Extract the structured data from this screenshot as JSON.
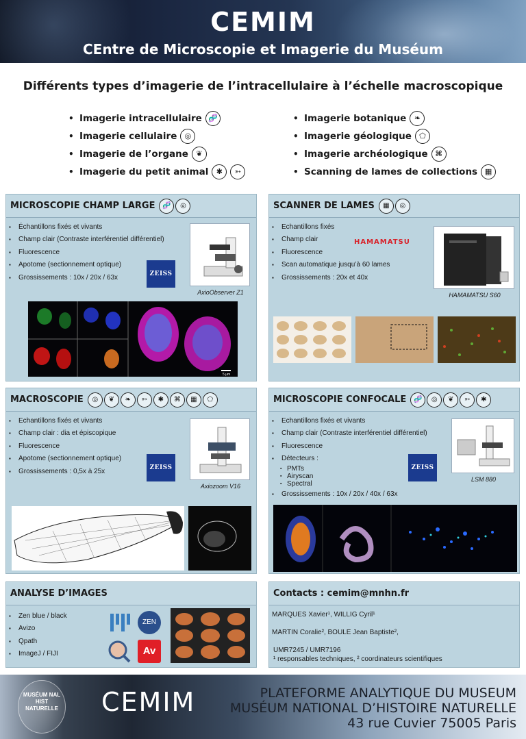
{
  "header": {
    "title": "CEMIM",
    "subtitle": "CEntre de Microscopie et Imagerie du Muséum"
  },
  "main_title": "Différents types d’imagerie de l’intracellulaire à l’échelle macroscopique",
  "types_left": [
    {
      "label": "Imagerie intracellulaire",
      "icons": [
        "dna-icon"
      ]
    },
    {
      "label": "Imagerie cellulaire",
      "icons": [
        "cell-icon"
      ]
    },
    {
      "label": "Imagerie de l’organe",
      "icons": [
        "organ-icon"
      ]
    },
    {
      "label": "Imagerie du petit animal",
      "icons": [
        "insect-icon",
        "fish-icon"
      ]
    }
  ],
  "types_right": [
    {
      "label": "Imagerie botanique",
      "icons": [
        "leaf-icon"
      ]
    },
    {
      "label": "Imagerie géologique",
      "icons": [
        "rock-icon"
      ]
    },
    {
      "label": "Imagerie archéologique",
      "icons": [
        "shell-icon"
      ]
    },
    {
      "label": "Scanning de lames de collections",
      "icons": [
        "slide-icon"
      ]
    }
  ],
  "panels": {
    "champ_large": {
      "title": "MICROSCOPIE CHAMP LARGE",
      "items": [
        "Échantillons fixés et vivants",
        "Champ clair (Contraste interférentiel différentiel)",
        "Fluorescence",
        "Apotome (sectionnement optique)",
        "Grossissements : 10x / 20x / 63x"
      ],
      "device": "AxioObserver Z1",
      "brand": "ZEISS",
      "scale": "5 µm"
    },
    "scanner": {
      "title": "SCANNER DE LAMES",
      "items": [
        "Echantillons fixés",
        "Champ clair",
        "Fluorescence",
        "Scan automatique jusqu’à 60 lames",
        "Grossissements : 20x et 40x"
      ],
      "device": "HAMAMATSU S60",
      "brand": "HAMAMATSU"
    },
    "macroscopie": {
      "title": "MACROSCOPIE",
      "items": [
        "Echantillons fixés et vivants",
        "Champ clair : dia et épiscopique",
        "Fluorescence",
        "Apotome (sectionnement optique)",
        "Grossissements : 0,5x à 25x"
      ],
      "device": "Axiozoom V16",
      "brand": "ZEISS"
    },
    "confocale": {
      "title": "MICROSCOPIE CONFOCALE",
      "items": [
        "Echantillons fixés et vivants",
        "Champ clair (Contraste interférentiel différentiel)",
        "Fluorescence",
        "Détecteurs :"
      ],
      "subitems": [
        "PMTs",
        "Airyscan",
        "Spectral"
      ],
      "last_item": "Grossissements : 10x / 20x / 40x / 63x",
      "device": "LSM 880",
      "brand": "ZEISS"
    },
    "analyse": {
      "title": "ANALYSE D’IMAGES",
      "items": [
        "Zen blue / black",
        "Avizo",
        "Qpath",
        "ImageJ / FIJI"
      ],
      "logos": {
        "zen": "ZEN",
        "avizo": "Av"
      }
    },
    "contacts": {
      "title": "Contacts : cemim@mnhn.fr",
      "line1": "MARQUES Xavier¹, WILLIG Cyril¹",
      "line2": "MARTIN Coralie², BOULE Jean Baptiste²,",
      "line3": "UMR7245 / UMR7196",
      "line4": "¹ responsables techniques, ² coordinateurs scientifiques"
    }
  },
  "footer": {
    "logo_text": "MUSÉUM NAL HIST NATURELLE",
    "cemim": "CEMIM",
    "line1": "PLATEFORME ANALYTIQUE DU MUSEUM",
    "line2": "MUSÉUM NATIONAL D’HISTOIRE NATURELLE",
    "line3": "43 rue Cuvier 75005 Paris"
  }
}
